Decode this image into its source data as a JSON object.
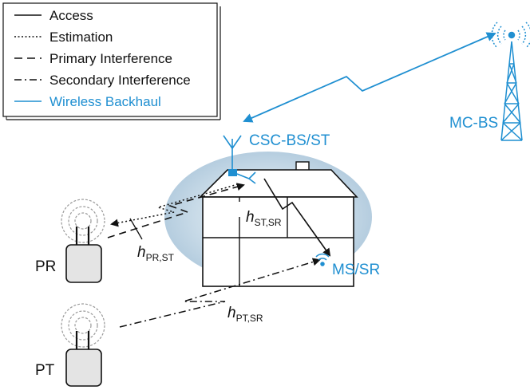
{
  "legend": {
    "items": [
      {
        "style": "solid",
        "label": "Access",
        "color": "#111111"
      },
      {
        "style": "dotted",
        "label": "Estimation",
        "color": "#111111"
      },
      {
        "style": "dashed",
        "label": "Primary Interference",
        "color": "#111111"
      },
      {
        "style": "dashdot",
        "label": "Secondary Interference",
        "color": "#111111"
      },
      {
        "style": "solid",
        "label": "Wireless Backhaul",
        "color": "#1f8fd1"
      }
    ]
  },
  "nodes": {
    "csc": "CSC-BS/ST",
    "mc": "MC-BS",
    "ms": "MS/SR",
    "pr": "PR",
    "pt": "PT"
  },
  "channels": {
    "st_sr": {
      "h": "h",
      "sub": "ST,SR"
    },
    "pr_st": {
      "h": "h",
      "sub": "PR,ST"
    },
    "pt_sr": {
      "h": "h",
      "sub": "PT,SR"
    }
  },
  "colors": {
    "accent": "#1f8fd1",
    "ellipse": "#c9dbe8",
    "device": "#e4e4e4",
    "ink": "#111111"
  }
}
